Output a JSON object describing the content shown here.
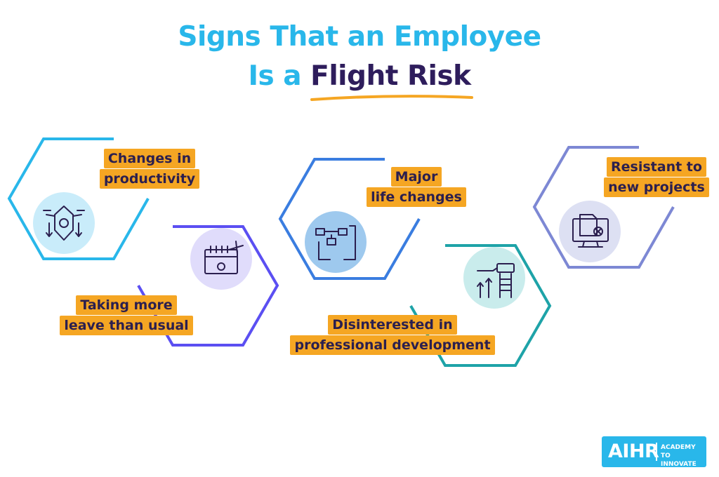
{
  "title": {
    "line1": "Signs That an Employee",
    "line2_prefix": "Is a",
    "line2_highlight": "Flight Risk"
  },
  "colors": {
    "title_blue": "#29b7ea",
    "title_dark": "#2e1d5c",
    "underline": "#f5a623",
    "label_bg": "#f5a623",
    "label_text": "#2b1f4f"
  },
  "signs": [
    {
      "line1": "Changes in",
      "line2": "productivity",
      "icon": "drone-icon",
      "color": "#29b7ea"
    },
    {
      "line1": "Taking more",
      "line2": "leave than usual",
      "icon": "calendar-flight-icon",
      "color": "#5b4ff2"
    },
    {
      "line1": "Major",
      "line2": "life changes",
      "icon": "flowchart-hands-icon",
      "color": "#3a7de0"
    },
    {
      "line1": "Disinterested in",
      "line2": "professional development",
      "icon": "growth-ladder-icon",
      "color": "#1ea3a8"
    },
    {
      "line1": "Resistant to",
      "line2": "new projects",
      "icon": "rejected-documents-icon",
      "color": "#7d88d4"
    }
  ],
  "logo": {
    "main": "AIHR",
    "sub1": "ACADEMY TO",
    "sub2": "INNOVATE HR"
  }
}
